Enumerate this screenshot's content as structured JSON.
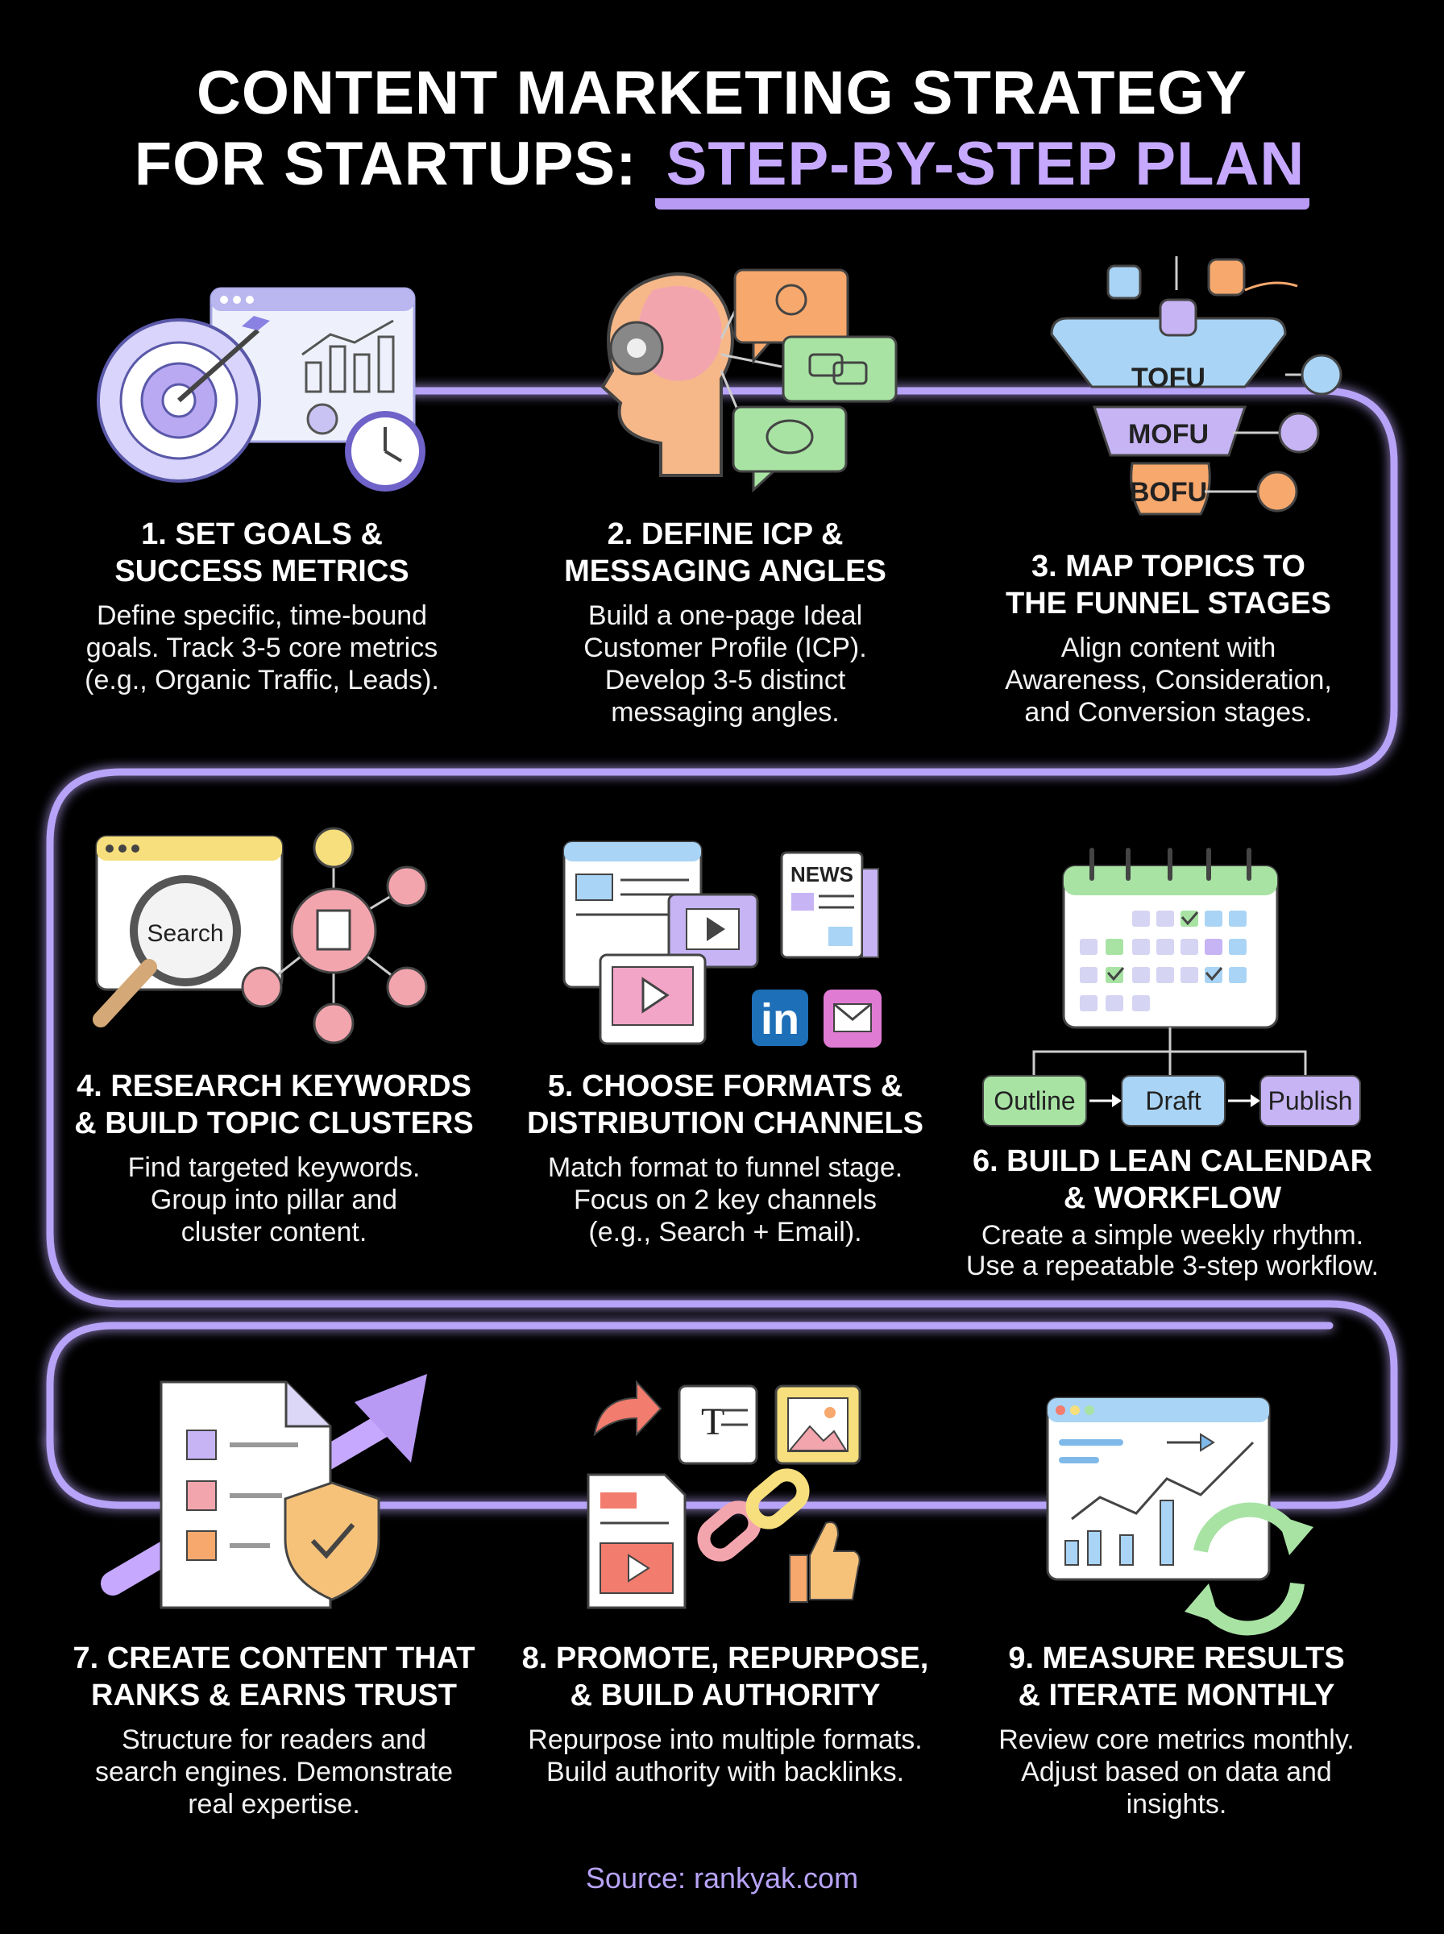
{
  "title": {
    "line1": "CONTENT MARKETING STRATEGY",
    "line2_prefix": "FOR STARTUPS:",
    "line2_highlight": "STEP-BY-STEP PLAN"
  },
  "steps": [
    {
      "title": "1. SET GOALS &\nSUCCESS METRICS",
      "desc": "Define specific, time-bound\ngoals. Track 3-5 core metrics\n(e.g., Organic Traffic, Leads)."
    },
    {
      "title": "2. DEFINE ICP &\nMESSAGING ANGLES",
      "desc": "Build a one-page Ideal\nCustomer Profile (ICP).\nDevelop 3-5 distinct\nmessaging angles."
    },
    {
      "title": "3. MAP TOPICS TO\nTHE FUNNEL STAGES",
      "desc": "Align content with\nAwareness, Consideration,\nand Conversion stages."
    },
    {
      "title": "4. RESEARCH KEYWORDS\n& BUILD TOPIC CLUSTERS",
      "desc": "Find targeted keywords.\nGroup into pillar and\ncluster content."
    },
    {
      "title": "5. CHOOSE FORMATS &\nDISTRIBUTION CHANNELS",
      "desc": "Match format to funnel stage.\nFocus on 2 key channels\n(e.g., Search + Email)."
    },
    {
      "title": "6. BUILD LEAN CALENDAR\n& WORKFLOW",
      "desc": "Create a simple weekly rhythm.\nUse a repeatable 3-step workflow."
    },
    {
      "title": "7. CREATE CONTENT THAT\nRANKS & EARNS TRUST",
      "desc": "Structure for readers and\nsearch engines. Demonstrate\nreal expertise."
    },
    {
      "title": "8. PROMOTE, REPURPOSE,\n& BUILD AUTHORITY",
      "desc": "Repurpose into multiple formats.\nBuild authority with backlinks."
    },
    {
      "title": "9. MEASURE RESULTS\n& ITERATE MONTHLY",
      "desc": "Review core metrics monthly.\nAdjust based on data and\ninsights."
    }
  ],
  "funnel": {
    "tofu": "TOFU",
    "mofu": "MOFU",
    "bofu": "BOFU"
  },
  "search_label": "Search",
  "news_label": "NEWS",
  "linkedin_label": "in",
  "document_label": "T",
  "workflow": {
    "outline": "Outline",
    "draft": "Draft",
    "publish": "Publish"
  },
  "icons": [
    "target-icon",
    "chart-window-icon",
    "clock-icon",
    "head-gear-icon",
    "chat-bubble-icon",
    "funnel-icon",
    "search-icon",
    "pillar-icon",
    "network-node-icon",
    "browser-window-icon",
    "video-play-icon",
    "newspaper-icon",
    "linkedin-icon",
    "email-icon",
    "calendar-icon",
    "checkmark-icon",
    "checklist-document-icon",
    "shield-check-icon",
    "arrow-up-icon",
    "share-arrow-icon",
    "image-icon",
    "link-icon",
    "thumbs-up-icon",
    "analytics-window-icon",
    "refresh-cycle-icon"
  ],
  "colors": {
    "path": "#b7a3f7",
    "accent": "#c6a9ff",
    "purple": "#b89af5",
    "blue": "#a9d4f5",
    "green": "#a8e3a4",
    "orange": "#f6a86d",
    "pink": "#f3a5ae"
  },
  "source": "Source: rankyak.com"
}
